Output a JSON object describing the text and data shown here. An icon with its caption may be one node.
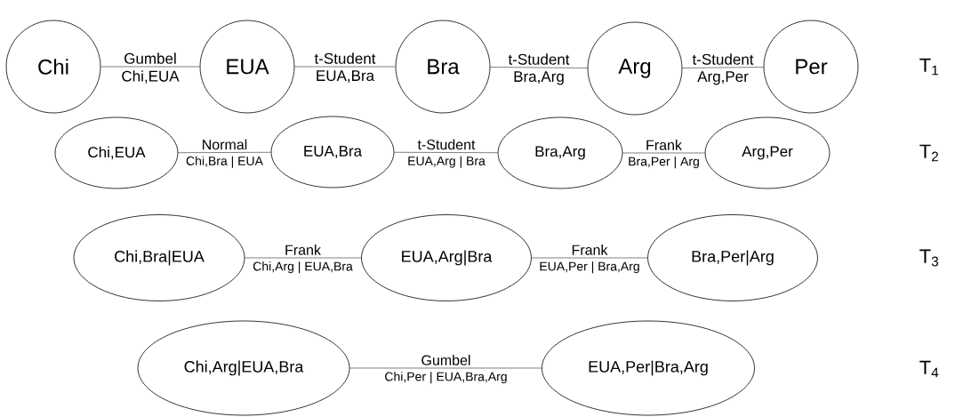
{
  "diagram": {
    "nodes": [
      {
        "text": [
          "Chi"
        ]
      },
      {
        "text": [
          "EUA"
        ]
      },
      {
        "text": [
          "Bra"
        ]
      },
      {
        "text": [
          "Arg"
        ]
      },
      {
        "text": [
          "Per"
        ]
      },
      {
        "text": [
          "Chi,EUA"
        ]
      },
      {
        "text": [
          "EUA,Bra"
        ]
      },
      {
        "text": [
          "Bra,Arg"
        ]
      },
      {
        "text": [
          "Arg,Per"
        ]
      },
      {
        "text": [
          "Chi,Bra|EUA"
        ]
      },
      {
        "text": [
          "EUA,Arg|Bra"
        ]
      },
      {
        "text": [
          "Bra,Per|Arg"
        ]
      },
      {
        "text": [
          "Chi,Arg|EUA,Bra"
        ]
      },
      {
        "text": [
          "EUA,Per|Bra,Arg"
        ]
      }
    ],
    "edges": [
      {
        "from": 0,
        "to": 1,
        "arrow": "none",
        "label": "Gumbel"
      },
      {
        "from": 1,
        "to": 2,
        "arrow": "none",
        "label": "t-Student"
      },
      {
        "from": 2,
        "to": 3,
        "arrow": "none",
        "label": "t-Student"
      },
      {
        "from": 3,
        "to": 4,
        "arrow": "none",
        "label": "t-Student"
      },
      {
        "from": 5,
        "to": 6,
        "arrow": "none",
        "label": "Normal"
      },
      {
        "from": 6,
        "to": 7,
        "arrow": "none",
        "label": "t-Student"
      },
      {
        "from": 7,
        "to": 8,
        "arrow": "none",
        "label": "Frank"
      },
      {
        "from": 9,
        "to": 10,
        "arrow": "none",
        "label": "Frank"
      },
      {
        "from": 10,
        "to": 11,
        "arrow": "none",
        "label": "Frank"
      },
      {
        "from": 12,
        "to": 13,
        "arrow": "none",
        "label": "Gumbel"
      }
    ],
    "labels": [
      "Chi,EUA",
      "EUA,Bra",
      "Bra,Arg",
      "Arg,Per",
      "Chi,Bra | EUA",
      "EUA,Arg | Bra",
      "Bra,Per | Arg",
      "Chi,Arg | EUA,Bra",
      "EUA,Per | Bra,Arg",
      "Chi,Per | EUA,Bra,Arg",
      "T$_{1}$",
      "T$_{2}$",
      "T$_{3}$",
      "T$_{4}$"
    ]
  }
}
